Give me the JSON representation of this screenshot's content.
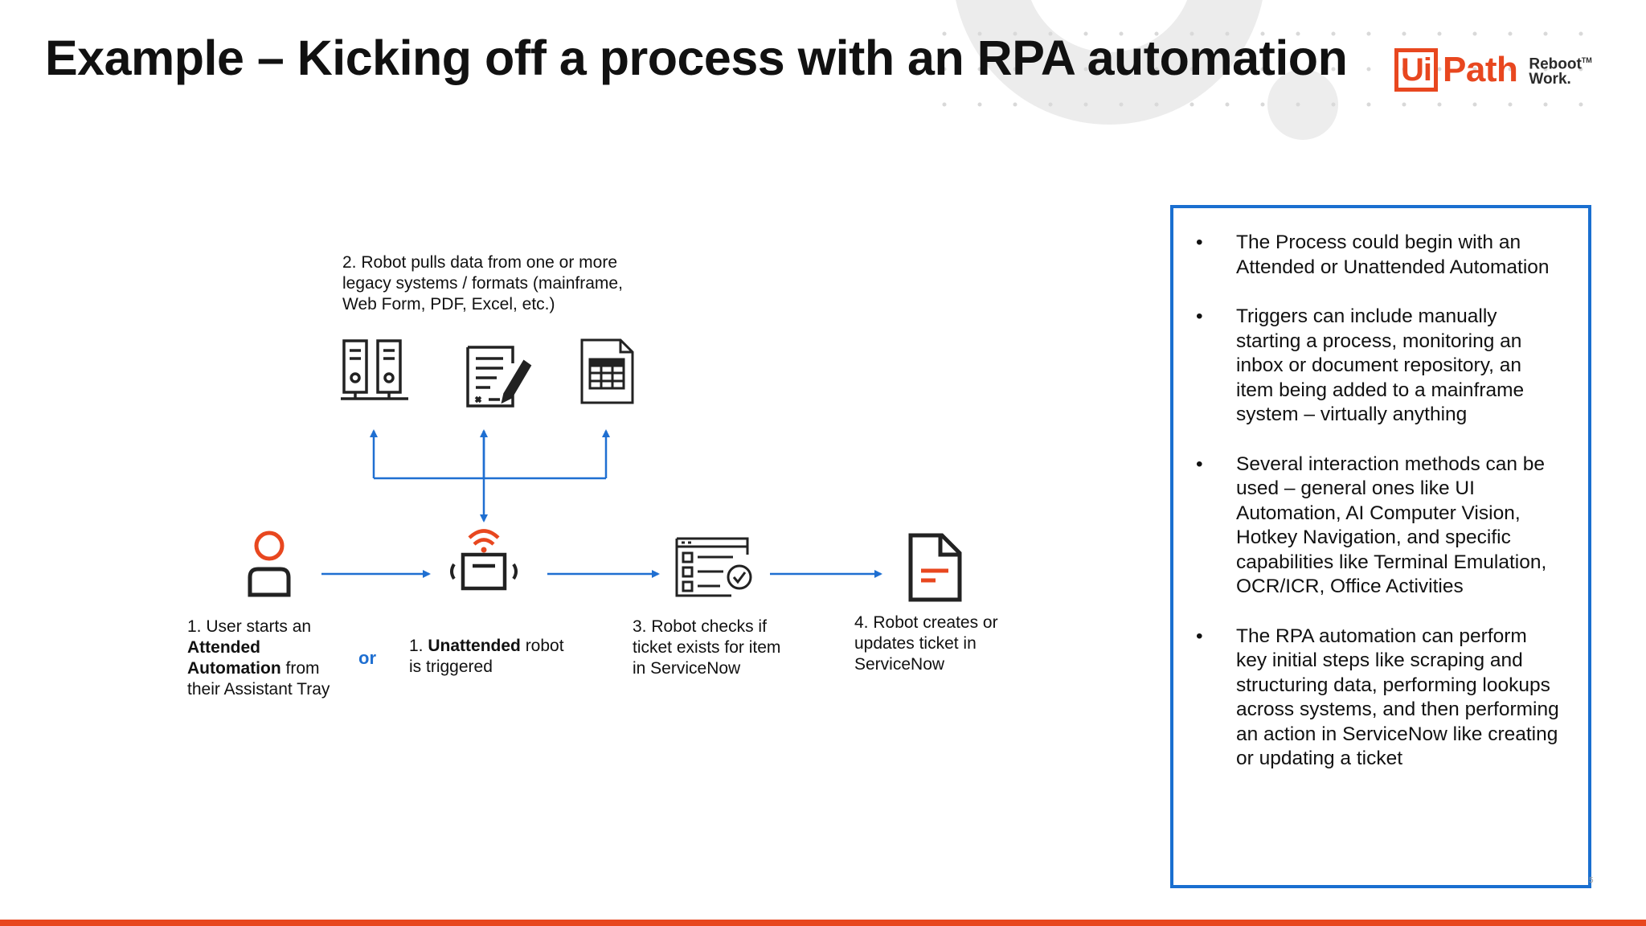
{
  "slide": {
    "title": "Example – Kicking off a process with an RPA automation",
    "page_number": "5"
  },
  "logo": {
    "mark": "Ui",
    "word": "Path",
    "tagline_line1": "Reboot",
    "tagline_tm": "TM",
    "tagline_line2": "Work."
  },
  "colors": {
    "accent_orange": "#e8471f",
    "arrow_blue": "#1f6fd1",
    "box_border_blue": "#1a6fd0",
    "icon_dark": "#222222"
  },
  "diagram": {
    "step2": {
      "line1": "2. Robot pulls data from one or more",
      "line2": "legacy systems / formats (mainframe,",
      "line3": "Web Form, PDF, Excel, etc.)"
    },
    "step1_attended": {
      "line1": "1. User starts an",
      "line2_bold": "Attended",
      "line3_bold": "Automation",
      "line3_rest": " from",
      "line4": "their Assistant Tray"
    },
    "or_label": "or",
    "step1_unattended": {
      "line1_prefix": "1. ",
      "line1_bold": "Unattended",
      "line1_rest": " robot",
      "line2": "is triggered"
    },
    "step3": {
      "line1": "3. Robot checks if",
      "line2": "ticket exists for item",
      "line3": "in ServiceNow"
    },
    "step4": {
      "line1": "4. Robot creates or",
      "line2": "updates ticket in",
      "line3": "ServiceNow"
    },
    "icons": [
      "server-icon",
      "form-edit-icon",
      "spreadsheet-icon",
      "user-icon",
      "robot-icon",
      "checklist-window-icon",
      "ticket-document-icon"
    ]
  },
  "notes": {
    "bullet_symbol": "•",
    "items": [
      "The Process could begin with an Attended or Unattended Automation",
      "Triggers can include manually starting a process, monitoring an inbox or document repository, an item being added to a mainframe system – virtually anything",
      "Several interaction methods can be used – general ones like UI Automation, AI Computer Vision, Hotkey Navigation, and specific capabilities like Terminal Emulation, OCR/ICR, Office Activities",
      "The RPA automation can perform key initial steps like scraping and structuring data, performing lookups across systems, and then performing an action in ServiceNow like creating or updating a ticket"
    ]
  }
}
